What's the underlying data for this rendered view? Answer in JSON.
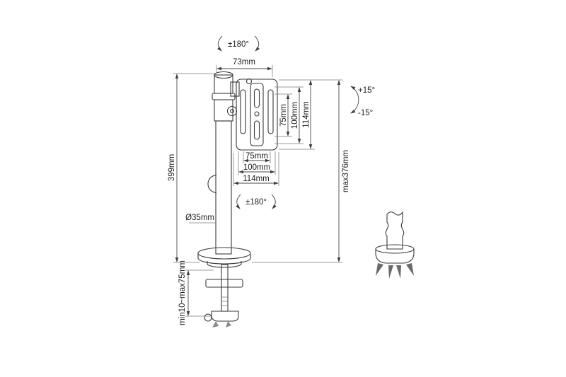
{
  "diagram": {
    "line_color": "#3a3a3a",
    "rotation_top_label": "±180°",
    "rotation_mid_label": "±180°",
    "tilt_up_label": "+15°",
    "tilt_down_label": "-15°",
    "dim_top_width": "73mm",
    "dim_vesa_v_75": "75mm",
    "dim_vesa_v_100": "100mm",
    "dim_vesa_v_114": "114mm",
    "dim_vesa_h_75": "75mm",
    "dim_vesa_h_100": "100mm",
    "dim_vesa_h_114": "114mm",
    "dim_pole_height": "399mm",
    "dim_pole_diameter": "Ø35mm",
    "dim_max_height": "max376mm",
    "dim_clamp_range": "min10~max75mm"
  }
}
